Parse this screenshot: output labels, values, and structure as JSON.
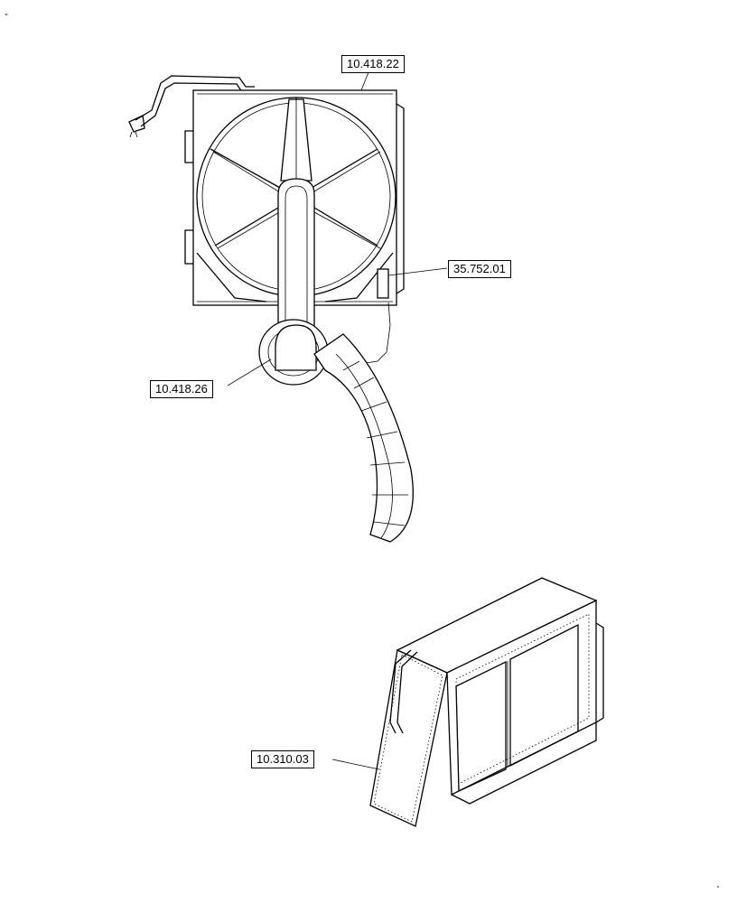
{
  "corner_mark": "-",
  "callouts": {
    "fan_shroud": "10.418.22",
    "harness": "35.752.01",
    "blower_duct": "10.418.26",
    "radiator": "10.310.03"
  },
  "colors": {
    "line": "#000000",
    "background": "#ffffff"
  }
}
